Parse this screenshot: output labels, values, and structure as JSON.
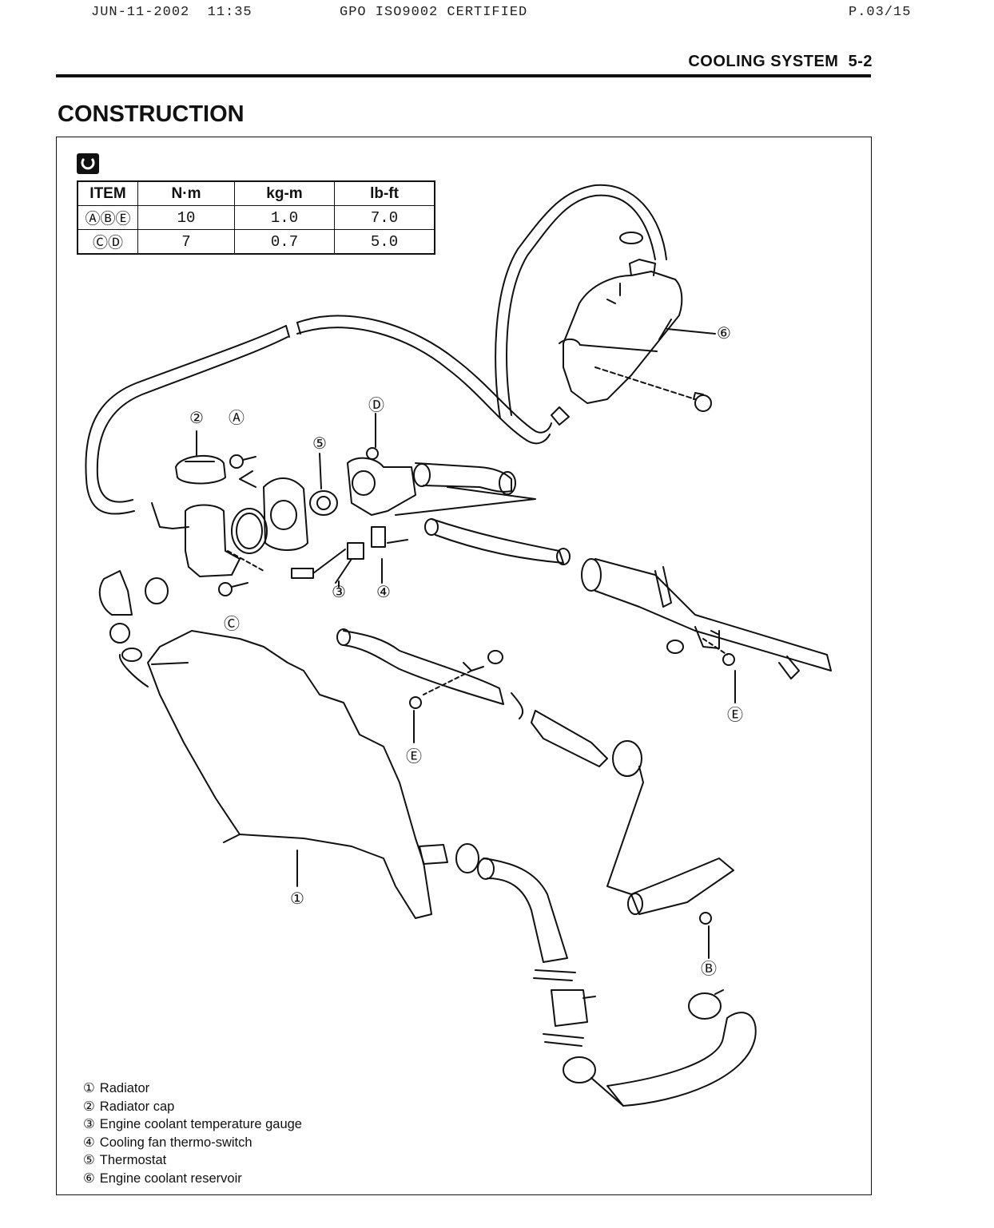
{
  "fax_header": {
    "datetime": "JUN-11-2002  11:35",
    "certification": "GPO ISO9002 CERTIFIED",
    "page": "P.03/15"
  },
  "section_header": "COOLING SYSTEM  5-2",
  "title": "CONSTRUCTION",
  "torque_table": {
    "headers": [
      "ITEM",
      "N·m",
      "kg-m",
      "lb-ft"
    ],
    "rows": [
      {
        "item": "ⒶⒷⒺ",
        "nm": "10",
        "kgm": "1.0",
        "lbft": "7.0"
      },
      {
        "item": "ⒸⒹ",
        "nm": "7",
        "kgm": "0.7",
        "lbft": "5.0"
      }
    ]
  },
  "callouts": {
    "part_1": "①",
    "part_2": "②",
    "part_3": "③",
    "part_4": "④",
    "part_5": "⑤",
    "part_6": "⑥",
    "bolt_a": "Ⓐ",
    "bolt_b": "Ⓑ",
    "bolt_c": "Ⓒ",
    "bolt_d": "Ⓓ",
    "bolt_e": "Ⓔ"
  },
  "legend": [
    {
      "num": "①",
      "label": "Radiator"
    },
    {
      "num": "②",
      "label": "Radiator cap"
    },
    {
      "num": "③",
      "label": "Engine coolant temperature gauge"
    },
    {
      "num": "④",
      "label": "Cooling fan thermo-switch"
    },
    {
      "num": "⑤",
      "label": "Thermostat"
    },
    {
      "num": "⑥",
      "label": "Engine coolant reservoir"
    }
  ]
}
